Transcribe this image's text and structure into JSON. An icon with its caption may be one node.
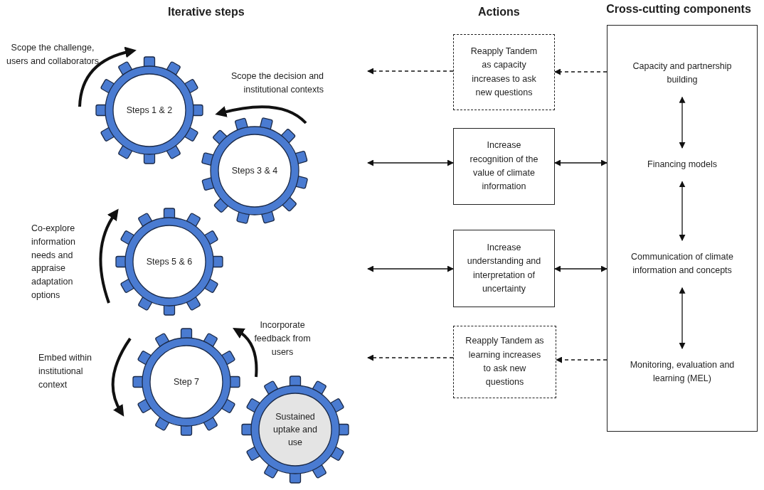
{
  "diagram": {
    "nodes": [
      {
        "text": [
          "Steps 1 & 2"
        ]
      },
      {
        "text": [
          "Steps 3 & 4"
        ]
      },
      {
        "text": [
          "Steps 5 & 6"
        ]
      },
      {
        "text": [
          "Step 7"
        ]
      },
      {
        "text": [
          "Sustained uptake and use"
        ]
      },
      {
        "text": [
          "Reapply Tandem as capacity increases to ask new questions"
        ]
      },
      {
        "text": [
          "Increase recognition of the value of climate information"
        ]
      },
      {
        "text": [
          "Increase understanding and interpretation of uncertainty"
        ]
      },
      {
        "text": [
          "Reapply Tandem as learning increases to ask new questions"
        ]
      },
      {
        "text": [
          "Cross-cutting components"
        ]
      },
      {
        "text": [
          "Capacity and partnership building"
        ],
        "in": 9
      },
      {
        "text": [
          "Financing models"
        ],
        "in": 9
      },
      {
        "text": [
          "Communication of climate information and concepts"
        ],
        "in": 9
      },
      {
        "text": [
          "Monitoring, evaluation and learning (MEL)"
        ],
        "in": 9
      }
    ],
    "edges": [
      {
        "from": 5,
        "to": null,
        "arrow": "to",
        "style": "dashed"
      },
      {
        "from": 9,
        "to": 5,
        "arrow": "to",
        "style": "dashed"
      },
      {
        "from": 6,
        "to": null,
        "arrow": "both"
      },
      {
        "from": 9,
        "to": 6,
        "arrow": "both"
      },
      {
        "from": 7,
        "to": null,
        "arrow": "both"
      },
      {
        "from": 9,
        "to": 7,
        "arrow": "both"
      },
      {
        "from": 8,
        "to": null,
        "arrow": "to",
        "style": "dashed"
      },
      {
        "from": 9,
        "to": 8,
        "arrow": "to",
        "style": "dashed"
      },
      {
        "from": 10,
        "to": 11,
        "arrow": "both"
      },
      {
        "from": 11,
        "to": 12,
        "arrow": "both"
      },
      {
        "from": 12,
        "to": 13,
        "arrow": "both"
      }
    ],
    "labels": [
      "Iterative steps",
      "Actions",
      "Scope the challenge, users and collaborators",
      "Scope the decision and institutional contexts",
      "Co-explore information needs and appraise adaptation options",
      "Embed within institutional context",
      "Incorporate feedback from users"
    ]
  }
}
